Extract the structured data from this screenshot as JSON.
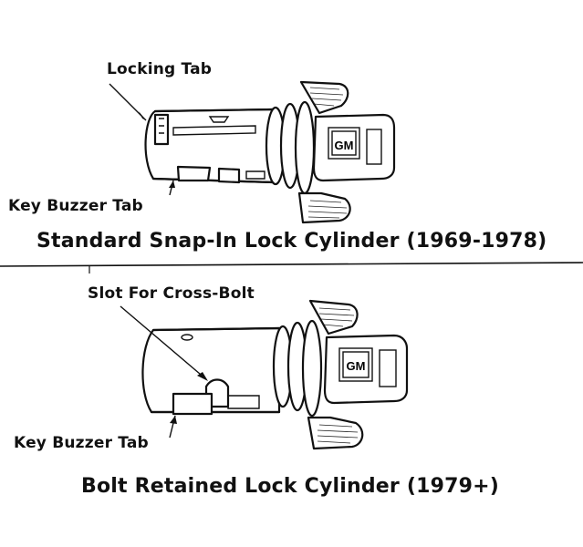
{
  "top": {
    "label_locking_tab": "Locking Tab",
    "label_key_buzzer_tab": "Key Buzzer Tab",
    "caption": "Standard Snap-In Lock Cylinder (1969-1978)"
  },
  "bottom": {
    "label_slot_cross_bolt": "Slot For Cross-Bolt",
    "label_key_buzzer_tab": "Key Buzzer Tab",
    "caption": "Bolt Retained Lock Cylinder (1979+)"
  },
  "key_logo_text": "GM"
}
